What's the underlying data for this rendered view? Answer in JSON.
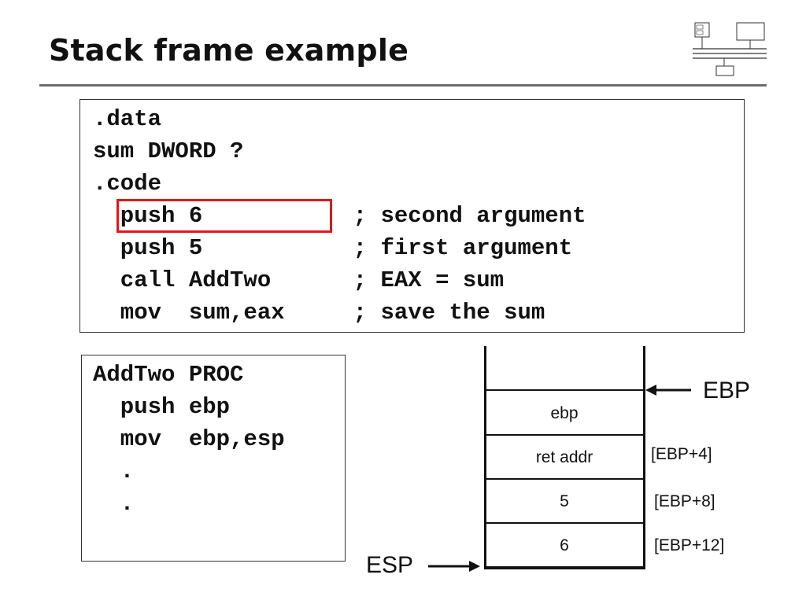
{
  "slide": {
    "title": "Stack frame example"
  },
  "main_code": {
    "lines": [
      {
        "text": ".data",
        "highlighted": false
      },
      {
        "text": "sum DWORD ?",
        "highlighted": false
      },
      {
        "text": ".code",
        "highlighted": false
      },
      {
        "text": "  push 6           ; second argument",
        "highlighted": true
      },
      {
        "text": "  push 5           ; first argument",
        "highlighted": false
      },
      {
        "text": "  call AddTwo      ; EAX = sum",
        "highlighted": false
      },
      {
        "text": "  mov  sum,eax     ; save the sum",
        "highlighted": false
      }
    ],
    "highlight_color": "#e01818"
  },
  "proc_code": {
    "lines": [
      "AddTwo PROC",
      "  push ebp",
      "  mov  ebp,esp",
      "  .",
      "  ."
    ]
  },
  "stack": {
    "cells": [
      {
        "content": "ebp",
        "offset": ""
      },
      {
        "content": "ret addr",
        "offset": "[EBP+4]"
      },
      {
        "content": "5",
        "offset": "[EBP+8]"
      },
      {
        "content": "6",
        "offset": "[EBP+12]"
      }
    ],
    "ebp_label": "EBP",
    "esp_label": "ESP"
  }
}
